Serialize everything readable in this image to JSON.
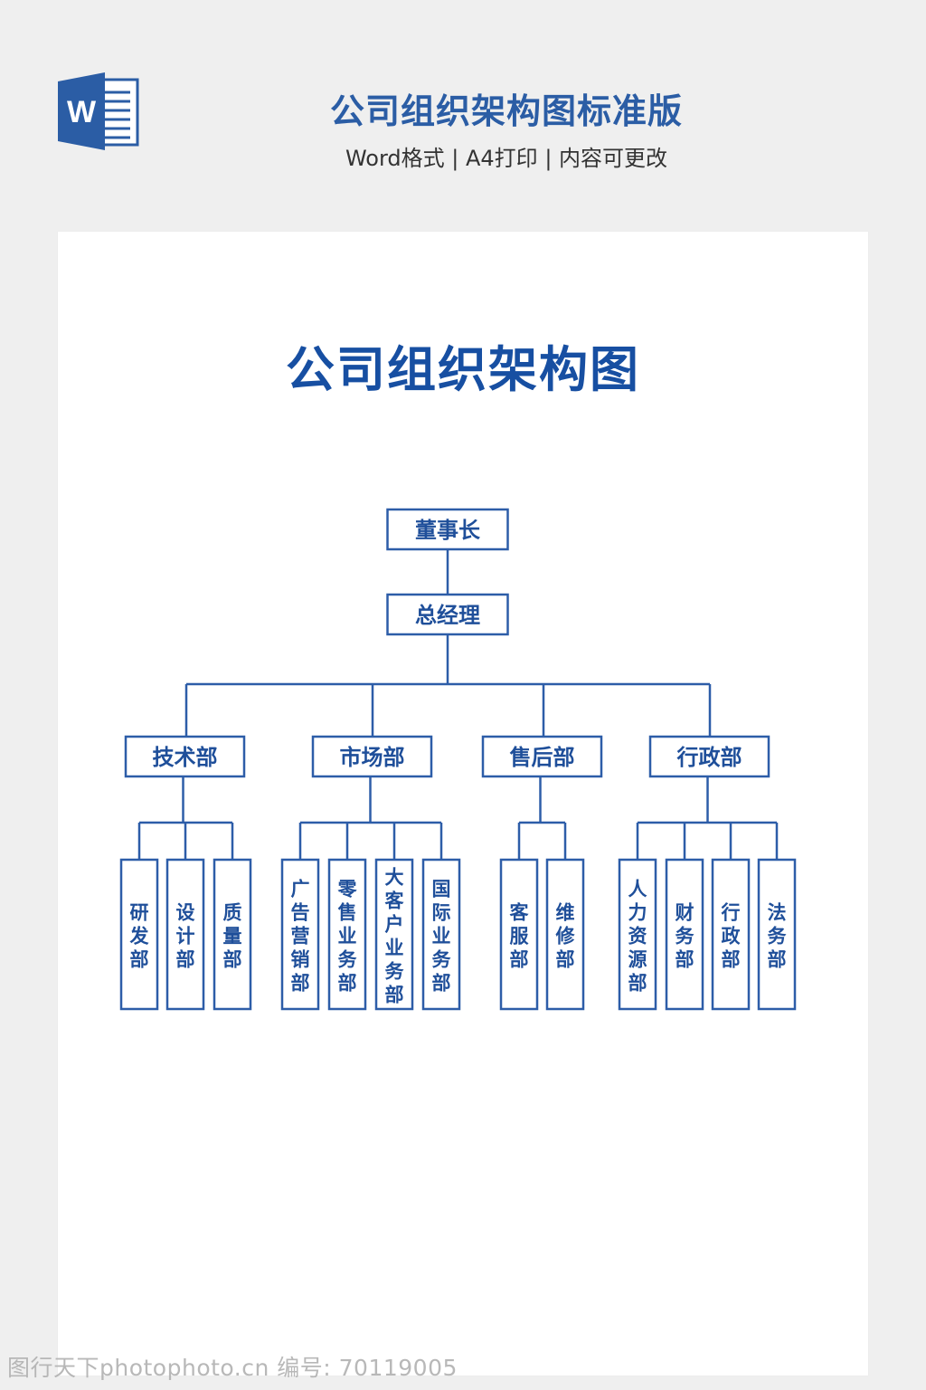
{
  "header": {
    "title": "公司组织架构图标准版",
    "subtitle": "Word格式 | A4打印 | 内容可更改"
  },
  "logo": {
    "icon": "word-document-icon",
    "letter": "W",
    "color": "#2b5da5"
  },
  "document": {
    "title": "公司组织架构图"
  },
  "org_chart": {
    "top": [
      {
        "label": "董事长"
      },
      {
        "label": "总经理"
      }
    ],
    "departments": [
      {
        "label": "技术部",
        "children": [
          "研发部",
          "设计部",
          "质量部"
        ]
      },
      {
        "label": "市场部",
        "children": [
          "广告营销部",
          "零售业务部",
          "大客户业务部",
          "国际业务部"
        ]
      },
      {
        "label": "售后部",
        "children": [
          "客服部",
          "维修部"
        ]
      },
      {
        "label": "行政部",
        "children": [
          "人力资源部",
          "财务部",
          "行政部",
          "法务部"
        ]
      }
    ],
    "line_color": "#2d5da8",
    "text_color": "#1f4f9a"
  },
  "watermark": {
    "text": "图行天下photophoto.cn  编号: 70119005"
  }
}
